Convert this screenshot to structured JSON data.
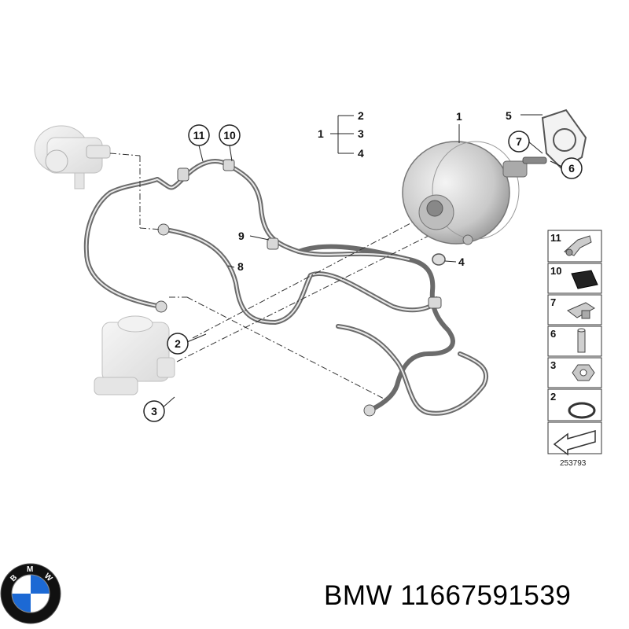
{
  "diagram": {
    "callouts": {
      "c1": "1",
      "c2": "2",
      "c3": "3",
      "c4": "4",
      "c5": "5",
      "c6": "6",
      "c7": "7",
      "c8": "8",
      "c9": "9",
      "c10": "10",
      "c11": "11",
      "tree_root": "1",
      "tree_a": "2",
      "tree_b": "3",
      "tree_c": "4"
    },
    "legend": [
      {
        "num": "11",
        "icon": "bracket-clip-icon"
      },
      {
        "num": "10",
        "icon": "filter-pad-icon"
      },
      {
        "num": "7",
        "icon": "clamp-icon"
      },
      {
        "num": "6",
        "icon": "pin-icon"
      },
      {
        "num": "3",
        "icon": "hex-nut-icon"
      },
      {
        "num": "2",
        "icon": "o-ring-icon"
      },
      {
        "num": "",
        "icon": "direction-arrow-icon"
      }
    ],
    "ref_code": "253793"
  },
  "caption": {
    "text": "BMW 11667591539"
  },
  "logo": {
    "letters": "BMW",
    "colors": {
      "blue": "#1c69d4",
      "white": "#ffffff",
      "ring": "#111111"
    }
  }
}
